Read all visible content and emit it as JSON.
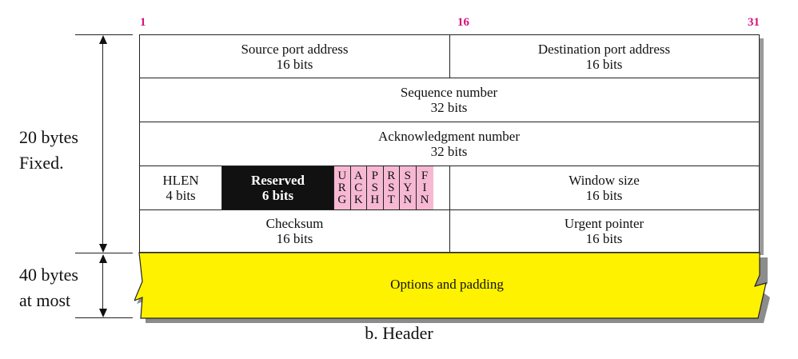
{
  "header_text": "b. Header",
  "bit_positions": {
    "start": "1",
    "middle": "16",
    "end": "31"
  },
  "fixed_label": {
    "line1": "20 bytes",
    "line2": "Fixed."
  },
  "options_label": {
    "line1": "40 bytes",
    "line2": "at most"
  },
  "rows": {
    "source_port": {
      "name": "Source port address",
      "size": "16 bits"
    },
    "destination_port": {
      "name": "Destination port address",
      "size": "16 bits"
    },
    "sequence": {
      "name": "Sequence number",
      "size": "32 bits"
    },
    "acknowledgment": {
      "name": "Acknowledgment number",
      "size": "32 bits"
    },
    "hlen": {
      "name": "HLEN",
      "size": "4 bits"
    },
    "reserved": {
      "name": "Reserved",
      "size": "6 bits"
    },
    "flags": [
      {
        "letters": [
          "U",
          "R",
          "G"
        ]
      },
      {
        "letters": [
          "A",
          "C",
          "K"
        ]
      },
      {
        "letters": [
          "P",
          "S",
          "H"
        ]
      },
      {
        "letters": [
          "R",
          "S",
          "T"
        ]
      },
      {
        "letters": [
          "S",
          "Y",
          "N"
        ]
      },
      {
        "letters": [
          "F",
          "I",
          "N"
        ]
      }
    ],
    "window": {
      "name": "Window size",
      "size": "16 bits"
    },
    "checksum": {
      "name": "Checksum",
      "size": "16 bits"
    },
    "urgent": {
      "name": "Urgent pointer",
      "size": "16 bits"
    }
  },
  "options": {
    "name": "Options and padding"
  },
  "colors": {
    "bit_number": "#d4147a",
    "flags_fill": "#f6b8d2",
    "reserved_fill": "#111111",
    "options_fill": "#fff200"
  }
}
